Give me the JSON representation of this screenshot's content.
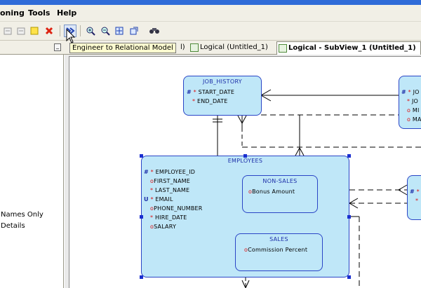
{
  "menubar": {
    "items": [
      "oning",
      "Tools",
      "Help"
    ]
  },
  "tooltip": "Engineer to Relational Model",
  "tabs": [
    {
      "label": "l)"
    },
    {
      "label": "Logical (Untitled_1)"
    },
    {
      "label": "Logical - SubView_1 (Untitled_1)"
    }
  ],
  "left_panel": {
    "options": [
      "Names Only",
      "Details"
    ]
  },
  "entities": {
    "job_history": {
      "title": "JOB_HISTORY",
      "attrs": [
        {
          "prefix": "#",
          "marker": "*",
          "name": "START_DATE"
        },
        {
          "prefix": "",
          "marker": "*",
          "name": "END_DATE"
        }
      ]
    },
    "employees": {
      "title": "EMPLOYEES",
      "attrs": [
        {
          "prefix": "#",
          "marker": "*",
          "name": "EMPLOYEE_ID"
        },
        {
          "prefix": "",
          "marker": "o",
          "name": "FIRST_NAME"
        },
        {
          "prefix": "",
          "marker": "*",
          "name": "LAST_NAME"
        },
        {
          "prefix": "U",
          "marker": "*",
          "name": "EMAIL"
        },
        {
          "prefix": "",
          "marker": "o",
          "name": "PHONE_NUMBER"
        },
        {
          "prefix": "",
          "marker": "*",
          "name": "HIRE_DATE"
        },
        {
          "prefix": "",
          "marker": "o",
          "name": "SALARY"
        }
      ]
    },
    "non_sales": {
      "title": "NON-SALES",
      "attrs": [
        {
          "marker": "o",
          "name": "Bonus Amount"
        }
      ]
    },
    "sales": {
      "title": "SALES",
      "attrs": [
        {
          "marker": "o",
          "name": "Commission Percent"
        }
      ]
    },
    "right_top": {
      "attrs": [
        {
          "prefix": "#",
          "marker": "*",
          "name": "JO"
        },
        {
          "prefix": "",
          "marker": "*",
          "name": "JO"
        },
        {
          "prefix": "",
          "marker": "o",
          "name": "MI"
        },
        {
          "prefix": "",
          "marker": "o",
          "name": "MA"
        }
      ]
    },
    "right_mid": {
      "attrs": [
        {
          "prefix": "#",
          "marker": "*"
        },
        {
          "prefix": "",
          "marker": "*"
        }
      ]
    }
  }
}
